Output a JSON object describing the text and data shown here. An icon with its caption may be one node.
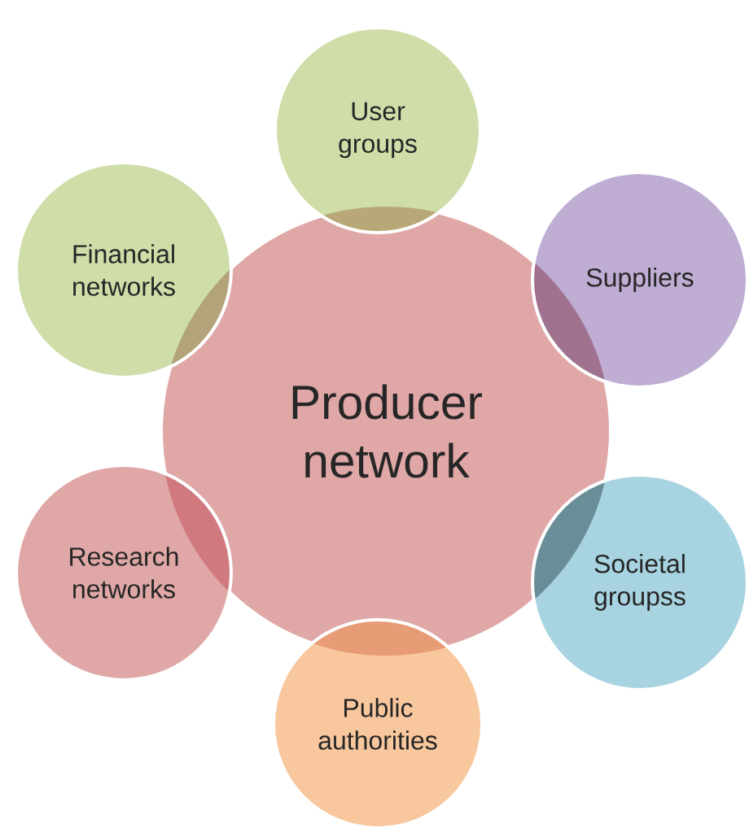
{
  "diagram": {
    "nodes": [
      {
        "text": [
          "Producer network"
        ]
      },
      {
        "text": [
          "User groups"
        ]
      },
      {
        "text": [
          "Suppliers"
        ]
      },
      {
        "text": [
          "Societal groupss"
        ]
      },
      {
        "text": [
          "Public authorities"
        ]
      },
      {
        "text": [
          "Research networks"
        ]
      },
      {
        "text": [
          "Financial networks"
        ]
      }
    ]
  }
}
